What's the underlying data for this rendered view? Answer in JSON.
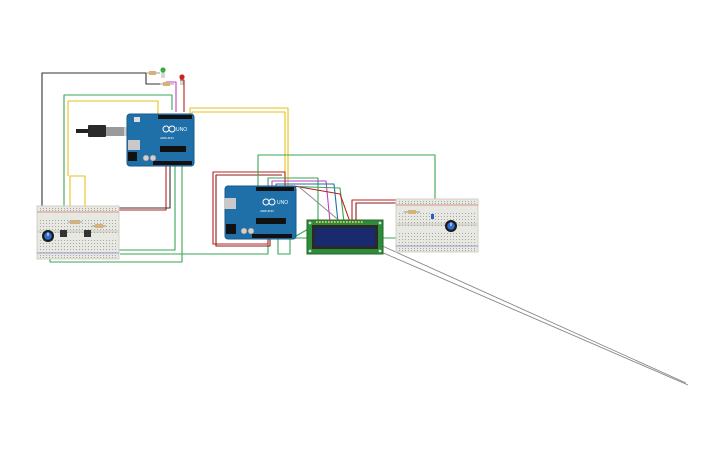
{
  "boards": [
    {
      "id": "arduino-1",
      "logo_text": "UNO",
      "brand_text": "ARDUINO"
    },
    {
      "id": "arduino-2",
      "logo_text": "UNO",
      "brand_text": "ARDUINO"
    }
  ],
  "colors": {
    "board": "#1f6fa8",
    "board_dark": "#185a8a",
    "breadboard": "#e8e8e2",
    "lcd_pcb": "#2e8b3a",
    "lcd_screen": "#1a2a6e",
    "wire_green": "#3aa655",
    "wire_yellow": "#e6c21a",
    "wire_red": "#b82020",
    "wire_black": "#333333",
    "wire_magenta": "#c040c0",
    "wire_gray": "#888888"
  },
  "components": {
    "led_green": "green-led",
    "led_red": "red-led",
    "potentiometer_left": "potentiometer",
    "potentiometer_right": "potentiometer",
    "usb_plug": "usb-cable",
    "lcd": "lcd-16x2"
  }
}
